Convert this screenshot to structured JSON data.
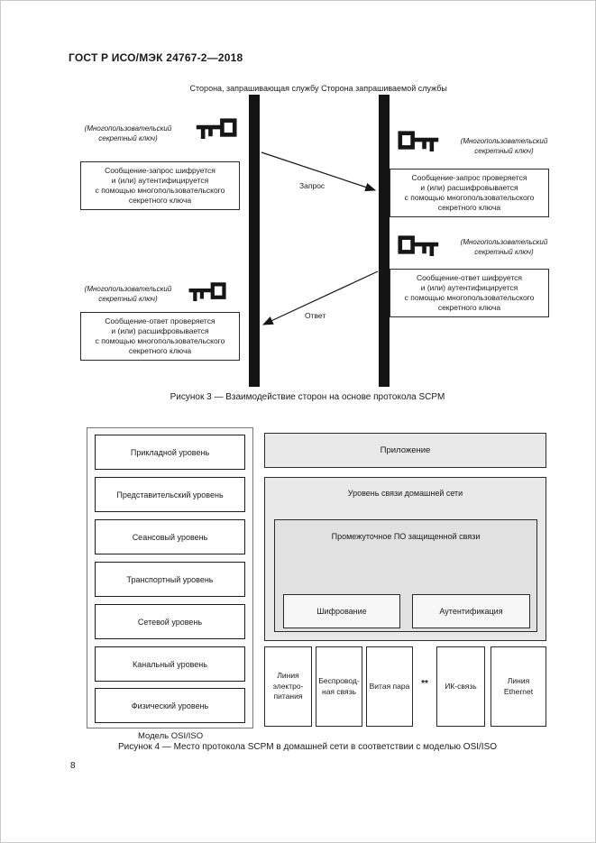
{
  "page": {
    "header": "ГОСТ Р ИСО/МЭК 24767-2—2018",
    "number": "8"
  },
  "colors": {
    "ink": "#1a1a1a",
    "panel_gray": "#e9e9e9"
  },
  "fig3": {
    "left_party": "Сторона, запрашивающая службу",
    "right_party": "Сторона запрашиваемой службы",
    "key_label": "(Многопользовательский\nсекретный ключ)",
    "request_encrypt_box": "Сообщение-запрос шифруется\nи (или) аутентифицируется\nс помощью многопользовательского\nсекретного ключа",
    "request_verify_box": "Сообщение-запрос проверяется\nи (или) расшифровывается\nс помощью многопользовательского\nсекретного ключа",
    "response_encrypt_box": "Сообщение-ответ шифруется\nи (или) аутентифицируется\nс помощью многопользовательского\nсекретного ключа",
    "response_verify_box": "Сообщение-ответ проверяется\nи (или) расшифровывается\nс помощью многопользовательского\nсекретного ключа",
    "request_arrow_label": "Запрос",
    "response_arrow_label": "Ответ",
    "caption": "Рисунок 3 — Взаимодействие сторон на основе протокола SCPM"
  },
  "fig4": {
    "osi": [
      "Прикладной уровень",
      "Представительский уровень",
      "Сеансовый уровень",
      "Транспортный уровень",
      "Сетевой уровень",
      "Канальный уровень",
      "Физический уровень"
    ],
    "osi_model_label": "Модель OSI/ISO",
    "application": "Приложение",
    "home_network_layer": "Уровень связи домашней сети",
    "middleware": "Промежуточное ПО защищенной связи",
    "encryption": "Шифрование",
    "authentication": "Аутентификация",
    "media": [
      "Линия\nэлектро-\nпитания",
      "Беспровод-\nная связь",
      "Витая пара",
      "ИК-связь",
      "Линия\nEthernet"
    ],
    "media_separator": "**",
    "caption": "Рисунок 4 — Место протокола SCPM в домашней сети в соответствии с моделью OSI/ISO"
  }
}
